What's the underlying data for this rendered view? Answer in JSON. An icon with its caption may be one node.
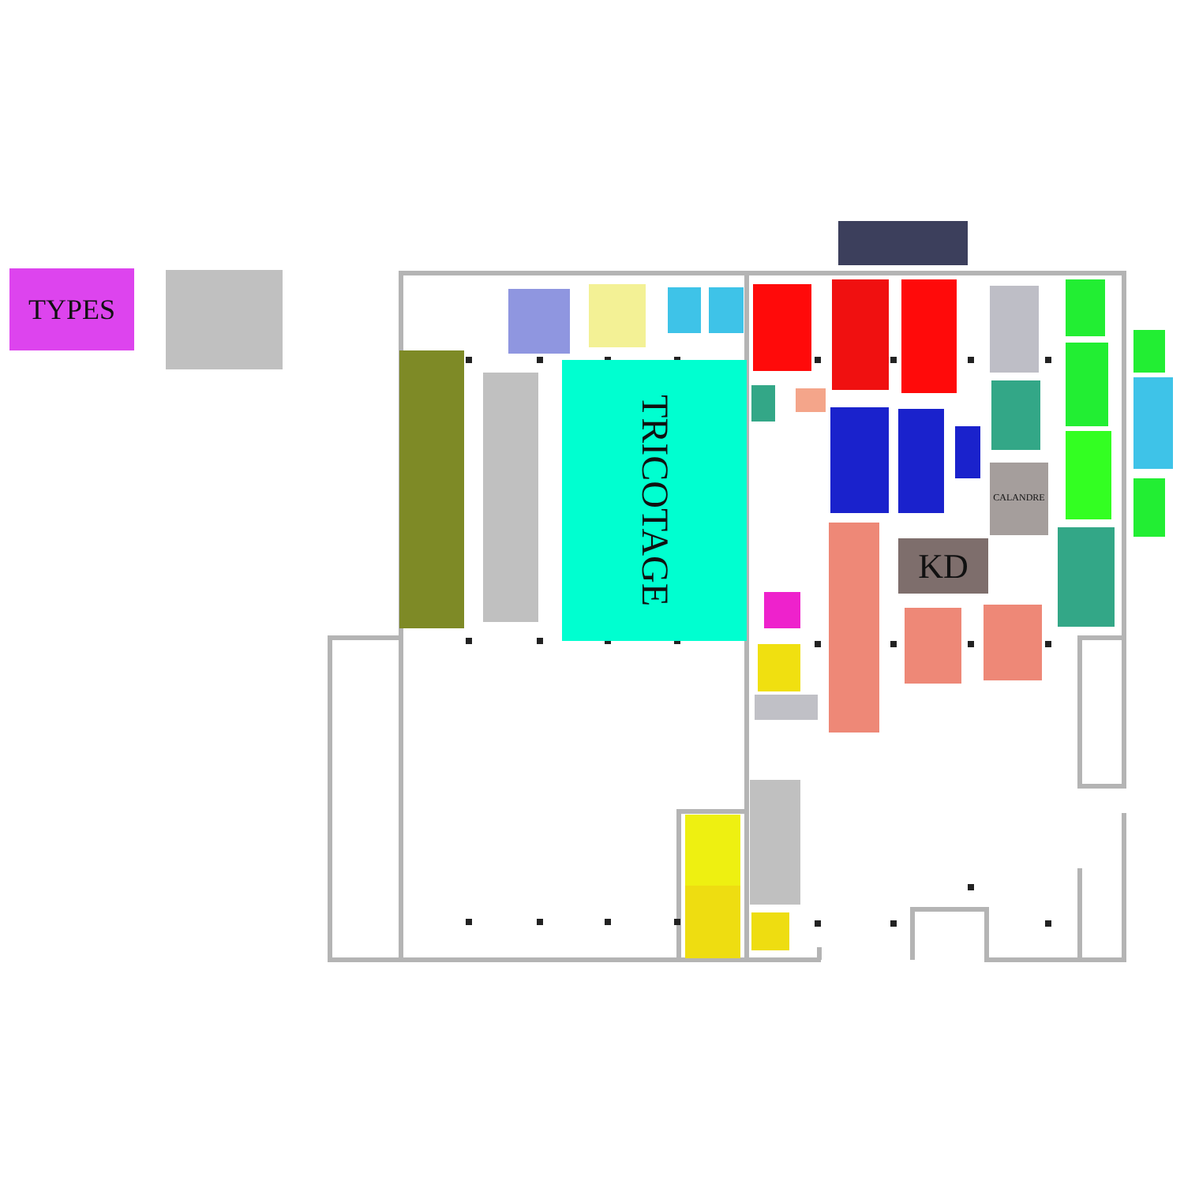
{
  "diagram": {
    "nodes": [
      {
        "text": [
          "TYPES"
        ]
      },
      {
        "text": [],
        "shape": "box"
      },
      {
        "text": [],
        "shape": "box"
      },
      {
        "text": [],
        "shape": "box"
      },
      {
        "text": [],
        "shape": "box"
      },
      {
        "text": [],
        "shape": "box"
      },
      {
        "text": [],
        "shape": "box"
      },
      {
        "text": [],
        "shape": "box"
      },
      {
        "text": [],
        "shape": "box"
      },
      {
        "text": [],
        "shape": "box"
      },
      {
        "text": [],
        "shape": "box"
      },
      {
        "text": [],
        "shape": "box"
      },
      {
        "text": [],
        "shape": "box"
      },
      {
        "text": [],
        "shape": "box"
      },
      {
        "text": [],
        "shape": "box"
      },
      {
        "text": [
          "TRICOTAGE"
        ]
      },
      {
        "text": [],
        "shape": "box"
      },
      {
        "text": [],
        "shape": "box"
      },
      {
        "text": [],
        "shape": "box"
      },
      {
        "text": [],
        "shape": "box"
      },
      {
        "text": [],
        "shape": "box"
      },
      {
        "text": [],
        "shape": "box"
      },
      {
        "text": [],
        "shape": "box"
      },
      {
        "text": [],
        "shape": "box"
      },
      {
        "text": [
          "CALANDRE"
        ]
      },
      {
        "text": [],
        "shape": "box"
      },
      {
        "text": [],
        "shape": "box"
      },
      {
        "text": [
          "KD"
        ]
      },
      {
        "text": [],
        "shape": "box"
      },
      {
        "text": [],
        "shape": "box"
      },
      {
        "text": [],
        "shape": "box"
      },
      {
        "text": [],
        "shape": "box"
      },
      {
        "text": [],
        "shape": "box"
      },
      {
        "text": [],
        "shape": "box"
      },
      {
        "text": [],
        "shape": "box"
      },
      {
        "text": [],
        "shape": "box"
      },
      {
        "text": [],
        "shape": "box"
      },
      {
        "text": [],
        "shape": "box"
      },
      {
        "text": [],
        "shape": "box"
      }
    ]
  }
}
